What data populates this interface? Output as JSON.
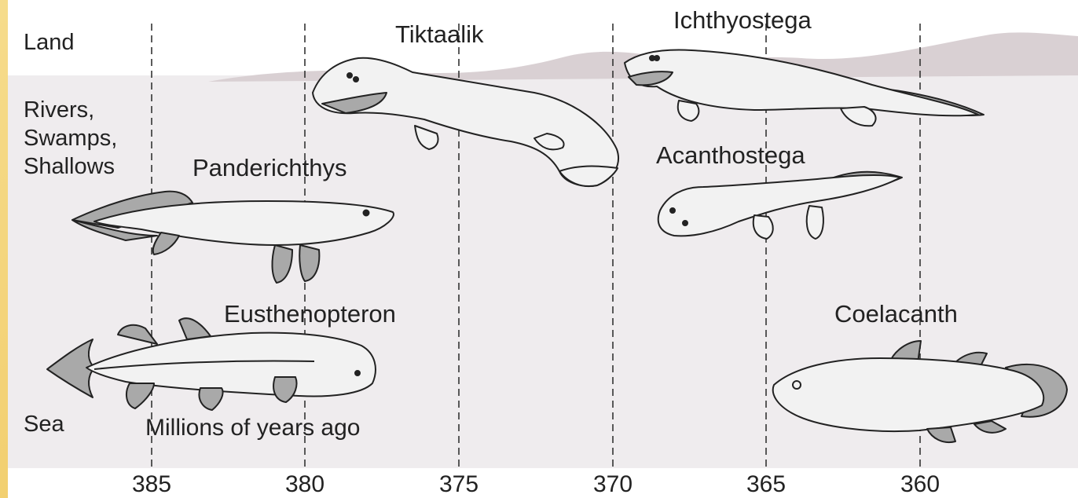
{
  "zones": {
    "land": "Land",
    "rivers": "Rivers,\nSwamps,\nShallows",
    "sea": "Sea"
  },
  "species": {
    "tiktaalik": "Tiktaalik",
    "ichthyostega": "Ichthyostega",
    "panderichthys": "Panderichthys",
    "acanthostega": "Acanthostega",
    "eusthenopteron": "Eusthenopteron",
    "coelacanth": "Coelacanth"
  },
  "axis": {
    "title": "Millions of years ago",
    "ticks": [
      "385",
      "380",
      "375",
      "370",
      "365",
      "360"
    ]
  },
  "colors": {
    "land_band": "#ffffff",
    "water": "#efecee",
    "terrain": "#d9d0d3",
    "body_fill": "#f2f2f2",
    "fin_fill": "#a9a9a9",
    "frame": "#f2cd6a"
  }
}
